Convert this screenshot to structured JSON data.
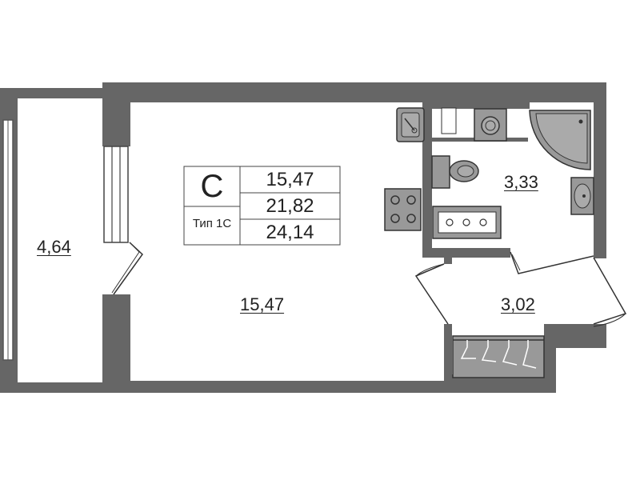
{
  "plan": {
    "apartment_class": "C",
    "apartment_type": "Тип 1С",
    "area_living": "15,47",
    "area_total_no_balcony": "21,82",
    "area_total": "24,14"
  },
  "rooms": {
    "balcony_area": "4,64",
    "main_room_area": "15,47",
    "bathroom_area": "3,33",
    "hallway_area": "3,02"
  },
  "colors": {
    "wall": "#666666",
    "fixture": "#999999",
    "line": "#333333",
    "background": "#ffffff"
  }
}
